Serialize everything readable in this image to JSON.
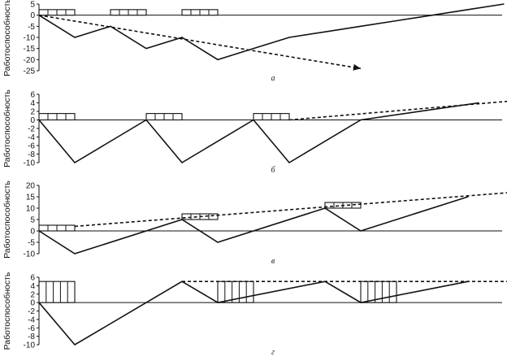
{
  "chart_data": [
    {
      "type": "line",
      "panel_label": "а",
      "ylabel": "Работоспособность",
      "ylim": [
        -25,
        5
      ],
      "yticks": [
        5,
        0,
        -5,
        -10,
        -15,
        -20,
        -25
      ],
      "series": [
        {
          "x": [
            0,
            1,
            2,
            3,
            4,
            5,
            6,
            7,
            8,
            9,
            10,
            11,
            12,
            13
          ],
          "values": [
            0,
            -10,
            -5,
            -15,
            -10,
            -20,
            -15,
            -10,
            -7.5,
            -5,
            -2.5,
            0,
            2.5,
            5
          ]
        }
      ],
      "trend": {
        "x": [
          0,
          9
        ],
        "values": [
          0,
          -24
        ]
      },
      "load_blocks": [
        {
          "x_start": 0,
          "x_end": 1,
          "divisions": 4,
          "y_low": 0,
          "y_high": 2.5
        },
        {
          "x_start": 2,
          "x_end": 3,
          "divisions": 4,
          "y_low": 0,
          "y_high": 2.5
        },
        {
          "x_start": 4,
          "x_end": 5,
          "divisions": 4,
          "y_low": 0,
          "y_high": 2.5
        }
      ]
    },
    {
      "type": "line",
      "panel_label": "б",
      "ylabel": "Работоспособность",
      "ylim": [
        -10,
        6
      ],
      "yticks": [
        6,
        4,
        2,
        0,
        -2,
        -4,
        -6,
        -8,
        -10
      ],
      "series": [
        {
          "x": [
            0,
            1,
            3,
            4,
            6,
            7,
            9,
            12.3
          ],
          "values": [
            0,
            -10,
            0,
            -10,
            0,
            -10,
            0,
            4
          ]
        }
      ],
      "trend": {
        "x": [
          7,
          13.3
        ],
        "values": [
          0,
          4.5
        ]
      },
      "load_blocks": [
        {
          "x_start": 0,
          "x_end": 1,
          "divisions": 4,
          "y_low": 0,
          "y_high": 1.5
        },
        {
          "x_start": 3,
          "x_end": 4,
          "divisions": 4,
          "y_low": 0,
          "y_high": 1.5
        },
        {
          "x_start": 6,
          "x_end": 7,
          "divisions": 4,
          "y_low": 0,
          "y_high": 1.5
        }
      ]
    },
    {
      "type": "line",
      "panel_label": "в",
      "ylabel": "Работоспособность",
      "ylim": [
        -10,
        20
      ],
      "yticks": [
        20,
        15,
        10,
        5,
        0,
        -5,
        -10
      ],
      "series": [
        {
          "x": [
            0,
            1,
            4,
            5,
            8,
            9,
            12
          ],
          "values": [
            0,
            -10,
            5,
            -5,
            10,
            0,
            15
          ]
        }
      ],
      "trend": {
        "x": [
          1,
          13.3
        ],
        "values": [
          2,
          17
        ]
      },
      "load_blocks": [
        {
          "x_start": 0,
          "x_end": 1,
          "divisions": 4,
          "y_low": 0,
          "y_high": 2.5
        },
        {
          "x_start": 4,
          "x_end": 5,
          "divisions": 4,
          "y_low": 5,
          "y_high": 7.5
        },
        {
          "x_start": 8,
          "x_end": 9,
          "divisions": 4,
          "y_low": 10,
          "y_high": 12.5
        }
      ]
    },
    {
      "type": "line",
      "panel_label": "г",
      "ylabel": "Работоспособность",
      "ylim": [
        -10,
        6
      ],
      "yticks": [
        6,
        4,
        2,
        0,
        -2,
        -4,
        -6,
        -8,
        -10
      ],
      "series": [
        {
          "x": [
            0,
            1,
            4,
            5,
            8,
            9,
            12
          ],
          "values": [
            0,
            -10,
            5,
            0,
            5,
            0,
            5
          ]
        }
      ],
      "trend": {
        "x": [
          4,
          13.3
        ],
        "values": [
          5,
          5
        ]
      },
      "load_blocks": [
        {
          "x_start": 0,
          "x_end": 1,
          "divisions": 5,
          "y_low": 0,
          "y_high": 5
        },
        {
          "x_start": 5,
          "x_end": 6,
          "divisions": 5,
          "y_low": 0,
          "y_high": 5
        },
        {
          "x_start": 9,
          "x_end": 10,
          "divisions": 5,
          "y_low": 0,
          "y_high": 5
        }
      ]
    }
  ]
}
